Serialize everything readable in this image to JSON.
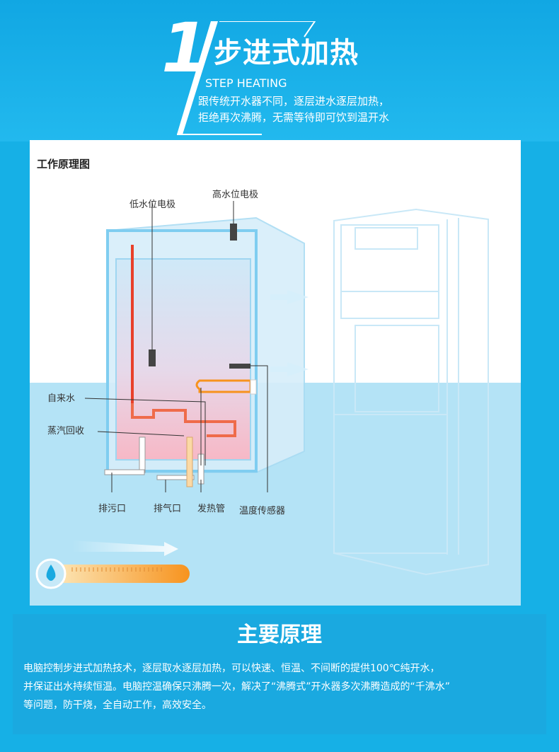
{
  "header": {
    "number": "1",
    "title": "步进式加热",
    "subtitle_en": "STEP HEATING",
    "desc_line1": "跟传统开水器不同，逐层进水逐层加热，",
    "desc_line2": "拒绝再次沸腾，无需等待即可饮到温开水"
  },
  "diagram": {
    "title": "工作原理图",
    "labels": {
      "low_level_electrode": "低水位电极",
      "high_level_electrode": "高水位电极",
      "tap_water": "自来水",
      "steam_recovery": "蒸汽回收",
      "drain_outlet": "排污口",
      "vent_outlet": "排气口",
      "heating_tube": "发热管",
      "temp_sensor": "温度传感器"
    },
    "colors": {
      "accent": "#1aa9e0",
      "heater": "#e8402a",
      "thermo": "#f7931e"
    }
  },
  "principle": {
    "title": "主要原理",
    "line1": "电脑控制步进式加热技术，逐层取水逐层加热，可以快速、恒温、不间断的提供100℃纯开水，",
    "line2": "并保证出水持续恒温。电脑控温确保只沸腾一次，解决了“沸腾式”开水器多次沸腾造成的“千沸水”",
    "line3": "等问题，防干烧，全自动工作，高效安全。"
  }
}
